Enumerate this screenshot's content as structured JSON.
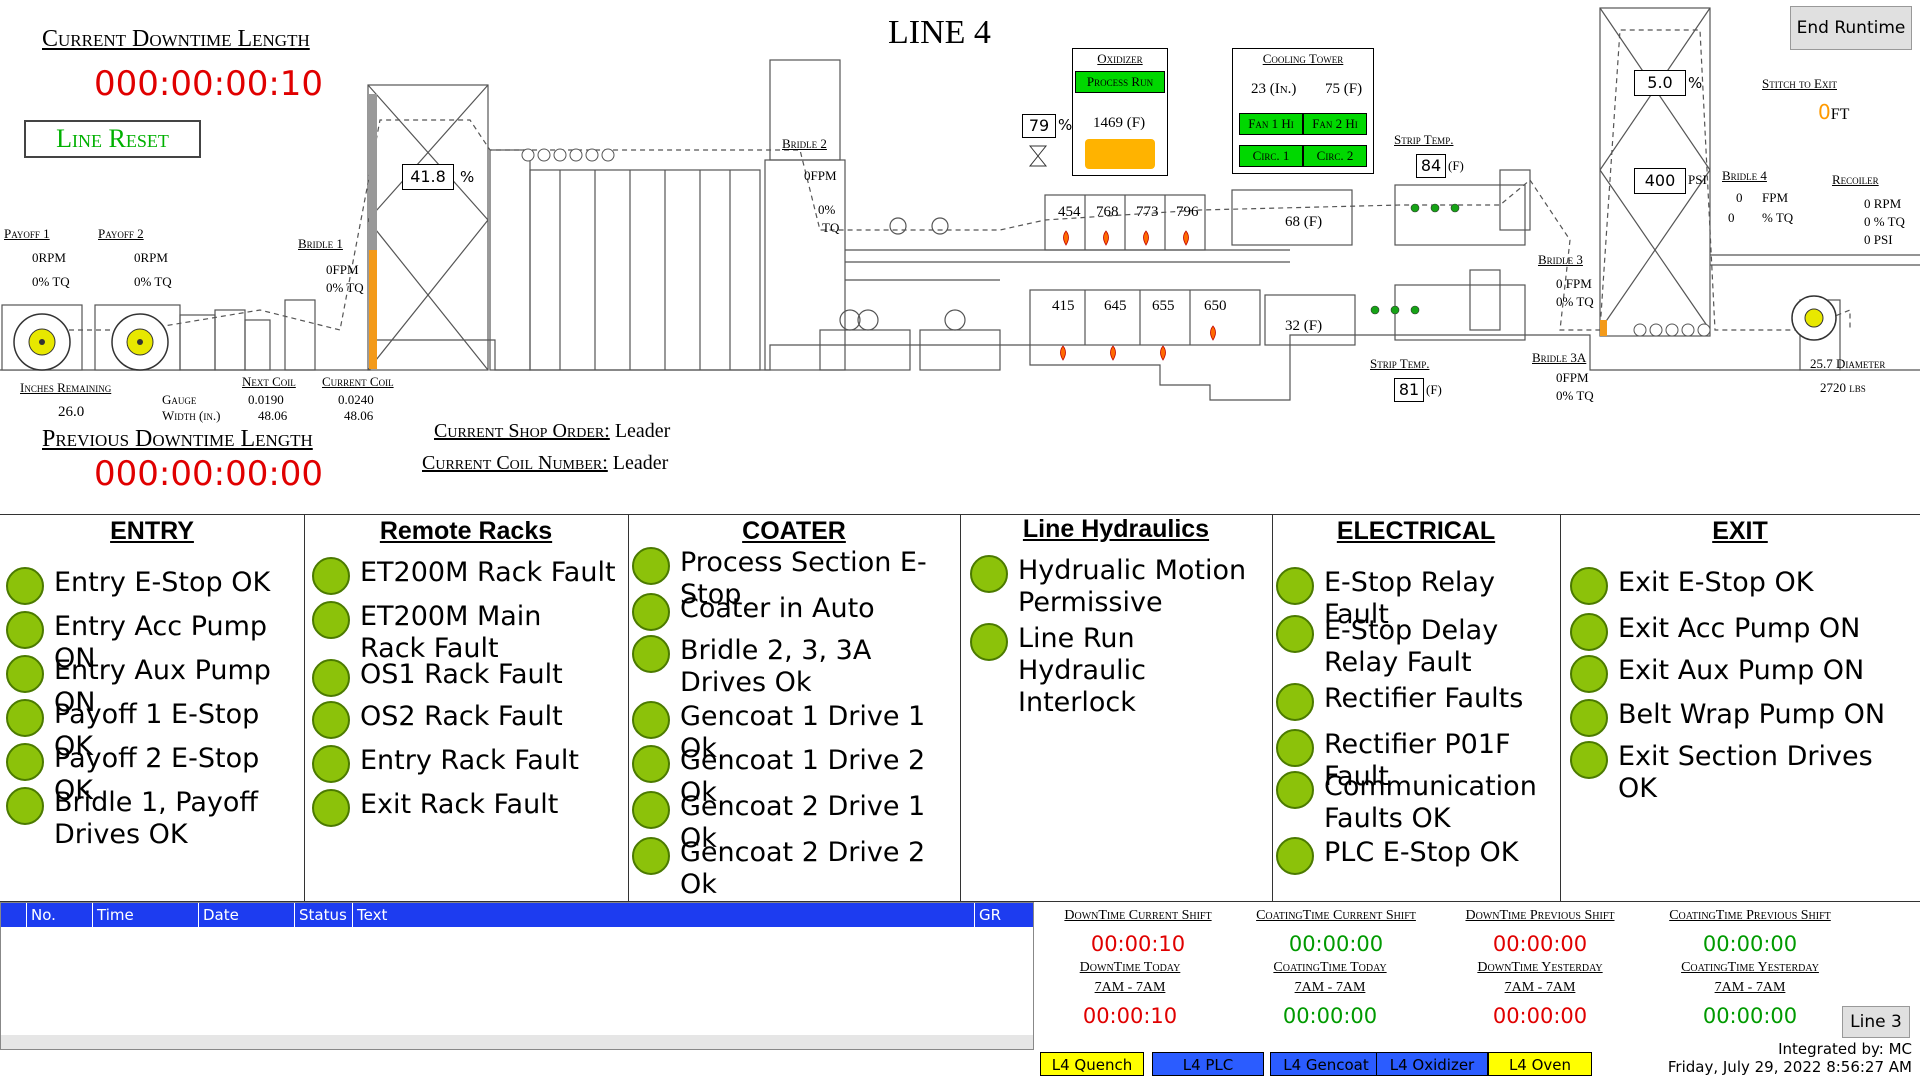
{
  "title": "LINE 4",
  "end_runtime_label": "End Runtime",
  "downtime": {
    "current_label": "Current Downtime Length",
    "current_value": "000:00:00:10",
    "previous_label": "Previous Downtime Length",
    "previous_value": "000:00:00:00",
    "reset_label": "Line Reset"
  },
  "payoff1": {
    "label": "Payoff 1",
    "rpm": "0RPM",
    "tq": "0% TQ"
  },
  "payoff2": {
    "label": "Payoff 2",
    "rpm": "0RPM",
    "tq": "0% TQ"
  },
  "bridle1": {
    "label": "Bridle 1",
    "fpm": "0FPM",
    "tq": "0% TQ"
  },
  "inches_remaining": {
    "label": "Inches Remaining",
    "value": "26.0"
  },
  "gauge_width": {
    "label_1": "Gauge",
    "label_2": "Width (in.)"
  },
  "next_coil": {
    "label": "Next Coil",
    "gauge": "0.0190",
    "width": "48.06"
  },
  "current_coil": {
    "label": "Current Coil",
    "gauge": "0.0240",
    "width": "48.06"
  },
  "entry_accum": {
    "value": "41.8",
    "unit": "%"
  },
  "bridle2": {
    "label": "Bridle 2",
    "fpm": "0FPM",
    "pct": "0%",
    "tq": "TQ"
  },
  "oxidizer": {
    "label": "Oxidizer",
    "status": "Process Run",
    "valve_value": "79",
    "valve_unit": "%",
    "temp": "1469",
    "temp_unit": "(F)"
  },
  "cooling_tower": {
    "label": "Cooling Tower",
    "inches": "23",
    "inches_unit": "(In.)",
    "temp": "75",
    "temp_unit": "(F)",
    "fan1": "Fan 1 Hi",
    "fan2": "Fan 2 Hi",
    "circ1": "Circ. 1",
    "circ2": "Circ. 2"
  },
  "oven_top": [
    "454",
    "768",
    "773",
    "796"
  ],
  "oven_bottom": [
    "415",
    "645",
    "655",
    "650"
  ],
  "quench_top": {
    "value": "68",
    "unit": "(F)"
  },
  "quench_bottom": {
    "value": "32",
    "unit": "(F)"
  },
  "strip_temp_top": {
    "label": "Strip Temp.",
    "value": "84",
    "unit": "(F)"
  },
  "strip_temp_bottom": {
    "label": "Strip Temp.",
    "value": "81",
    "unit": "(F)"
  },
  "bridle3": {
    "label": "Bridle 3",
    "fpm": "0 FPM",
    "tq": "0% TQ"
  },
  "bridle3a": {
    "label": "Bridle 3A",
    "fpm": "0FPM",
    "tq": "0% TQ"
  },
  "exit_accum": {
    "pct": "5.0",
    "pct_unit": "%",
    "psi": "400",
    "psi_unit": "PSI"
  },
  "stitch_to_exit": {
    "label": "Stitch to Exit",
    "value": "0",
    "unit": "FT"
  },
  "bridle4": {
    "label": "Bridle 4",
    "fpm_val": "0",
    "fpm": "FPM",
    "tq_val": "0",
    "tq": "% TQ"
  },
  "recoiler": {
    "label": "Recoiler",
    "rpm": "0 RPM",
    "tq": "0 % TQ",
    "psi": "0 PSI",
    "diameter": "25.7 Diameter",
    "lbs": "2720 lbs"
  },
  "shop_order": {
    "label": "Current Shop Order:",
    "value": "Leader"
  },
  "coil_number": {
    "label": "Current Coil Number:",
    "value": "Leader"
  },
  "panels": {
    "entry": {
      "title": "ENTRY",
      "items": [
        "Entry E-Stop OK",
        "Entry Acc Pump ON",
        "Entry Aux Pump ON",
        "Payoff 1 E-Stop OK",
        "Payoff 2 E-Stop OK",
        "Bridle 1, Payoff Drives OK"
      ]
    },
    "racks": {
      "title": "Remote Racks",
      "items": [
        "ET200M Rack Fault",
        "ET200M Main Rack Fault",
        "OS1 Rack Fault",
        "OS2 Rack Fault",
        "Entry Rack Fault",
        "Exit Rack Fault"
      ]
    },
    "coater": {
      "title": "COATER",
      "items": [
        "Process Section E-Stop",
        "Coater in Auto",
        "Bridle 2, 3, 3A Drives Ok",
        "Gencoat 1 Drive 1 Ok",
        "Gencoat 1 Drive 2 Ok",
        "Gencoat 2 Drive 1 Ok",
        "Gencoat 2 Drive 2 Ok"
      ]
    },
    "hydraulics": {
      "title": "Line Hydraulics",
      "items": [
        "Hydrualic Motion Permissive",
        "Line Run Hydraulic Interlock"
      ]
    },
    "electrical": {
      "title": "ELECTRICAL",
      "items": [
        "E-Stop Relay Fault",
        "E-Stop Delay Relay Fault",
        "Rectifier Faults",
        "Rectifier P01F Fault",
        "Communication Faults OK",
        "PLC E-Stop OK"
      ]
    },
    "exit": {
      "title": "EXIT",
      "items": [
        "Exit E-Stop OK",
        "Exit Acc Pump ON",
        "Exit Aux Pump ON",
        "Belt Wrap Pump ON",
        "Exit Section Drives OK"
      ]
    }
  },
  "alarm_table": {
    "columns": [
      "No.",
      "Time",
      "Date",
      "Status",
      "Text",
      "GR"
    ]
  },
  "shift_stats": [
    {
      "label": "DownTime Current Shift",
      "value": "00:00:10",
      "color": "#e00000"
    },
    {
      "label": "CoatingTime Current Shift",
      "value": "00:00:00",
      "color": "#009a00"
    },
    {
      "label": "DownTime Previous Shift",
      "value": "00:00:00",
      "color": "#e00000"
    },
    {
      "label": "CoatingTime Previous Shift",
      "value": "00:00:00",
      "color": "#009a00"
    },
    {
      "label": "DownTime Today",
      "sub": "7AM - 7AM",
      "value": "00:00:10",
      "color": "#e00000"
    },
    {
      "label": "CoatingTime Today",
      "sub": "7AM - 7AM",
      "value": "00:00:00",
      "color": "#009a00"
    },
    {
      "label": "DownTime Yesterday",
      "sub": "7AM - 7AM",
      "value": "00:00:00",
      "color": "#e00000"
    },
    {
      "label": "CoatingTime Yesterday",
      "sub": "7AM - 7AM",
      "value": "00:00:00",
      "color": "#009a00"
    }
  ],
  "line3_button": "Line 3",
  "nav_tags": [
    "L4 Quench",
    "L4 PLC",
    "L4 Gencoat",
    "L4 Oxidizer",
    "L4 Oven"
  ],
  "integrated_by": "Integrated by: MC",
  "datetime": "Friday, July 29, 2022 8:56:27 AM"
}
